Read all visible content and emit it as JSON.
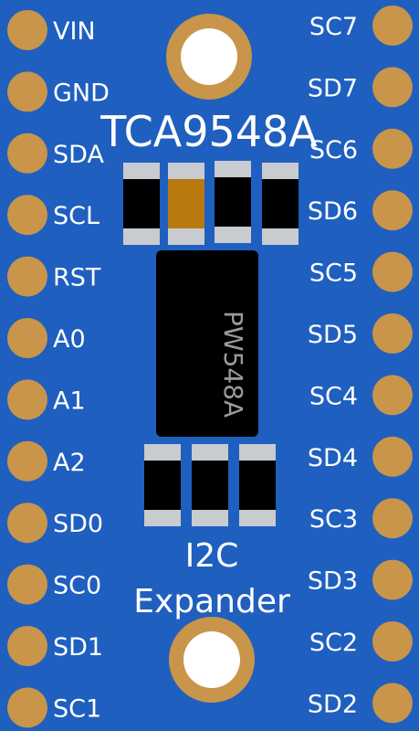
{
  "board": {
    "title": "TCA9548A",
    "subtitle_line1": "I2C",
    "subtitle_line2": "Expander",
    "chip_marking": "PW548A",
    "colors": {
      "pcb": "#1f5fbf",
      "pad": "#c8954a",
      "hole": "#ffffff",
      "chip": "#000000",
      "smd_body": "#000000",
      "smd_cap": "#c8cbd0",
      "smd_amber": "#b8790f",
      "silkscreen": "#ffffff"
    }
  },
  "left_pins": [
    "VIN",
    "GND",
    "SDA",
    "SCL",
    "RST",
    "A0",
    "A1",
    "A2",
    "SD0",
    "SC0",
    "SD1",
    "SC1"
  ],
  "right_pins": [
    "SC7",
    "SD7",
    "SC6",
    "SD6",
    "SC5",
    "SD5",
    "SC4",
    "SD4",
    "SC3",
    "SD3",
    "SC2",
    "SD2"
  ]
}
